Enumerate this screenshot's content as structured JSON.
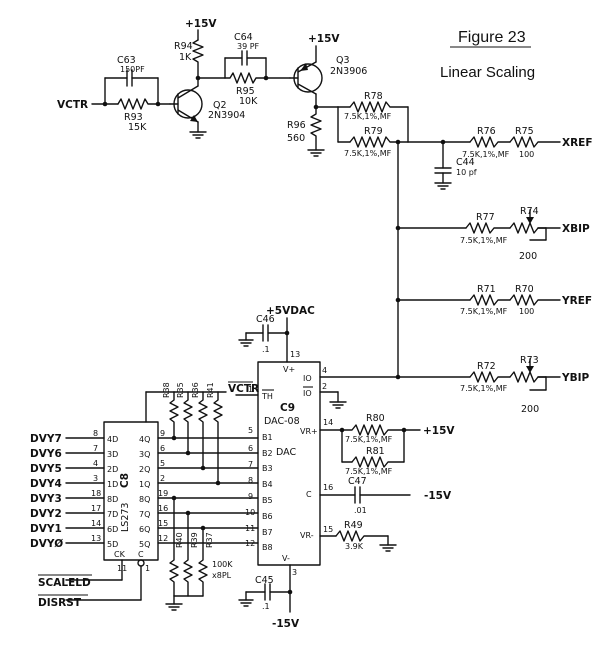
{
  "figure": {
    "title": "Figure 23",
    "subtitle": "Linear Scaling"
  },
  "nets": {
    "vctr": "VCTR",
    "p15_a": "+15V",
    "p15_b": "+15V",
    "p15_c": "+15V",
    "m15_a": "-15V",
    "m15_b": "-15V",
    "p5vdac": "+5VDAC",
    "xref": "XREF",
    "xbip": "XBIP",
    "yref": "YREF",
    "ybip": "YBIP",
    "scaleld": "SCALELD",
    "disrst": "DISRST",
    "vctr_pin": "VCTR"
  },
  "components": {
    "c63": {
      "ref": "C63",
      "value": "150PF"
    },
    "r93": {
      "ref": "R93",
      "value": "15K"
    },
    "r94": {
      "ref": "R94",
      "value": "1K"
    },
    "q2": {
      "ref": "Q2",
      "value": "2N3904"
    },
    "c64": {
      "ref": "C64",
      "value": "39 PF"
    },
    "r95": {
      "ref": "R95",
      "value": "10K"
    },
    "q3": {
      "ref": "Q3",
      "value": "2N3906"
    },
    "r96": {
      "ref": "R96",
      "value": "560"
    },
    "r78": {
      "ref": "R78",
      "value": "7.5K,1%,MF"
    },
    "r79": {
      "ref": "R79",
      "value": "7.5K,1%,MF"
    },
    "r76": {
      "ref": "R76",
      "value": "7.5K,1%,MF"
    },
    "r75": {
      "ref": "R75",
      "value": "100"
    },
    "c44": {
      "ref": "C44",
      "value": "10 pf"
    },
    "r77": {
      "ref": "R77",
      "value": "7.5K,1%,MF"
    },
    "r74": {
      "ref": "R74",
      "value": "200"
    },
    "r71": {
      "ref": "R71",
      "value": "7.5K,1%,MF"
    },
    "r70": {
      "ref": "R70",
      "value": "100"
    },
    "r72": {
      "ref": "R72",
      "value": "7.5K,1%,MF"
    },
    "r73": {
      "ref": "R73",
      "value": "200"
    },
    "c46": {
      "ref": "C46",
      "value": ".1"
    },
    "c9": {
      "ref": "C9",
      "value": "DAC-08",
      "type": "DAC"
    },
    "c8": {
      "ref": "C8",
      "value": "LS273"
    },
    "r80": {
      "ref": "R80",
      "value": "7.5K,1%,MF"
    },
    "r81": {
      "ref": "R81",
      "value": "7.5K,1%,MF"
    },
    "c47": {
      "ref": "C47",
      "value": ".01"
    },
    "r49": {
      "ref": "R49",
      "value": "3.9K"
    },
    "c45": {
      "ref": "C45",
      "value": ".1"
    },
    "pullups_top": [
      "R38",
      "R35",
      "R36",
      "R41"
    ],
    "pullups_bot": [
      "R40",
      "R39",
      "R37"
    ],
    "pack": {
      "value": "100K",
      "pack": "x8PL"
    }
  },
  "pins": {
    "c8_left": [
      "8",
      "7",
      "4",
      "3",
      "18",
      "17",
      "14",
      "13"
    ],
    "c8_left_names": [
      "4D",
      "3D",
      "2D",
      "1D",
      "8D",
      "7D",
      "6D",
      "5D"
    ],
    "c8_right": [
      "9",
      "6",
      "5",
      "2",
      "19",
      "16",
      "15",
      "12"
    ],
    "c8_right_names": [
      "4Q",
      "3Q",
      "2Q",
      "1Q",
      "8Q",
      "7Q",
      "6Q",
      "5Q"
    ],
    "c8_bottom_names": [
      "CK",
      "C"
    ],
    "c8_bottom_nums": [
      "11",
      "1"
    ],
    "c9_left_nums": [
      "1",
      "5",
      "6",
      "7",
      "8",
      "9",
      "10",
      "11",
      "12"
    ],
    "c9_left_names": [
      "TH",
      "B1",
      "B2",
      "B3",
      "B4",
      "B5",
      "B6",
      "B7",
      "B8"
    ],
    "c9_top": {
      "num": "13",
      "name": "V+"
    },
    "c9_bottom": {
      "num": "3",
      "name": "V-"
    },
    "c9_right_names": [
      "IO",
      "IO",
      "VR+",
      "C",
      "VR-"
    ],
    "c9_right_nums": [
      "4",
      "2",
      "14",
      "16",
      "15"
    ]
  },
  "inputs": [
    "DVY7",
    "DVY6",
    "DVY5",
    "DVY4",
    "DVY3",
    "DVY2",
    "DVY1",
    "DVYØ"
  ]
}
